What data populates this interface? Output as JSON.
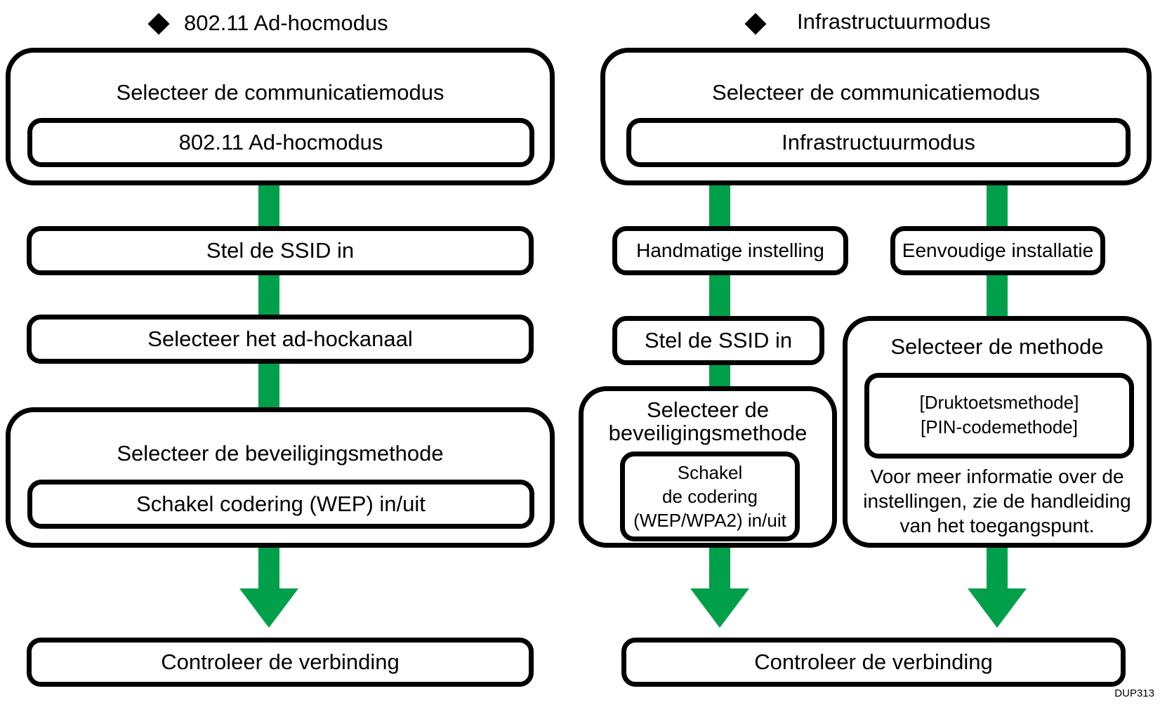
{
  "left": {
    "heading": "802.11 Ad-hocmodus",
    "mode_box_title": "Selecteer de communicatiemodus",
    "mode_box_value": "802.11 Ad-hocmodus",
    "step_ssid": "Stel de SSID in",
    "step_channel": "Selecteer het ad-hockanaal",
    "security_title": "Selecteer de beveiligingsmethode",
    "security_value": "Schakel codering (WEP) in/uit",
    "check": "Controleer de verbinding"
  },
  "right": {
    "heading": "Infrastructuurmodus",
    "mode_box_title": "Selecteer de communicatiemodus",
    "mode_box_value": "Infrastructuurmodus",
    "manual": {
      "label": "Handmatige instelling",
      "step_ssid": "Stel de SSID in",
      "security_title_line1": "Selecteer de",
      "security_title_line2": "beveiligingsmethode",
      "security_value_line1": "Schakel",
      "security_value_line2": "de codering",
      "security_value_line3": "(WEP/WPA2) in/uit"
    },
    "easy": {
      "label": "Eenvoudige installatie",
      "method_title": "Selecteer de methode",
      "method_option1": "[Druktoetsmethode]",
      "method_option2": "[PIN-codemethode]",
      "note_line1": "Voor meer informatie over de",
      "note_line2": "instellingen, zie de handleiding",
      "note_line3": "van het toegangspunt."
    },
    "check": "Controleer de verbinding"
  },
  "figure_id": "DUP313",
  "colors": {
    "arrow": "#00a04b",
    "border": "#000000"
  }
}
